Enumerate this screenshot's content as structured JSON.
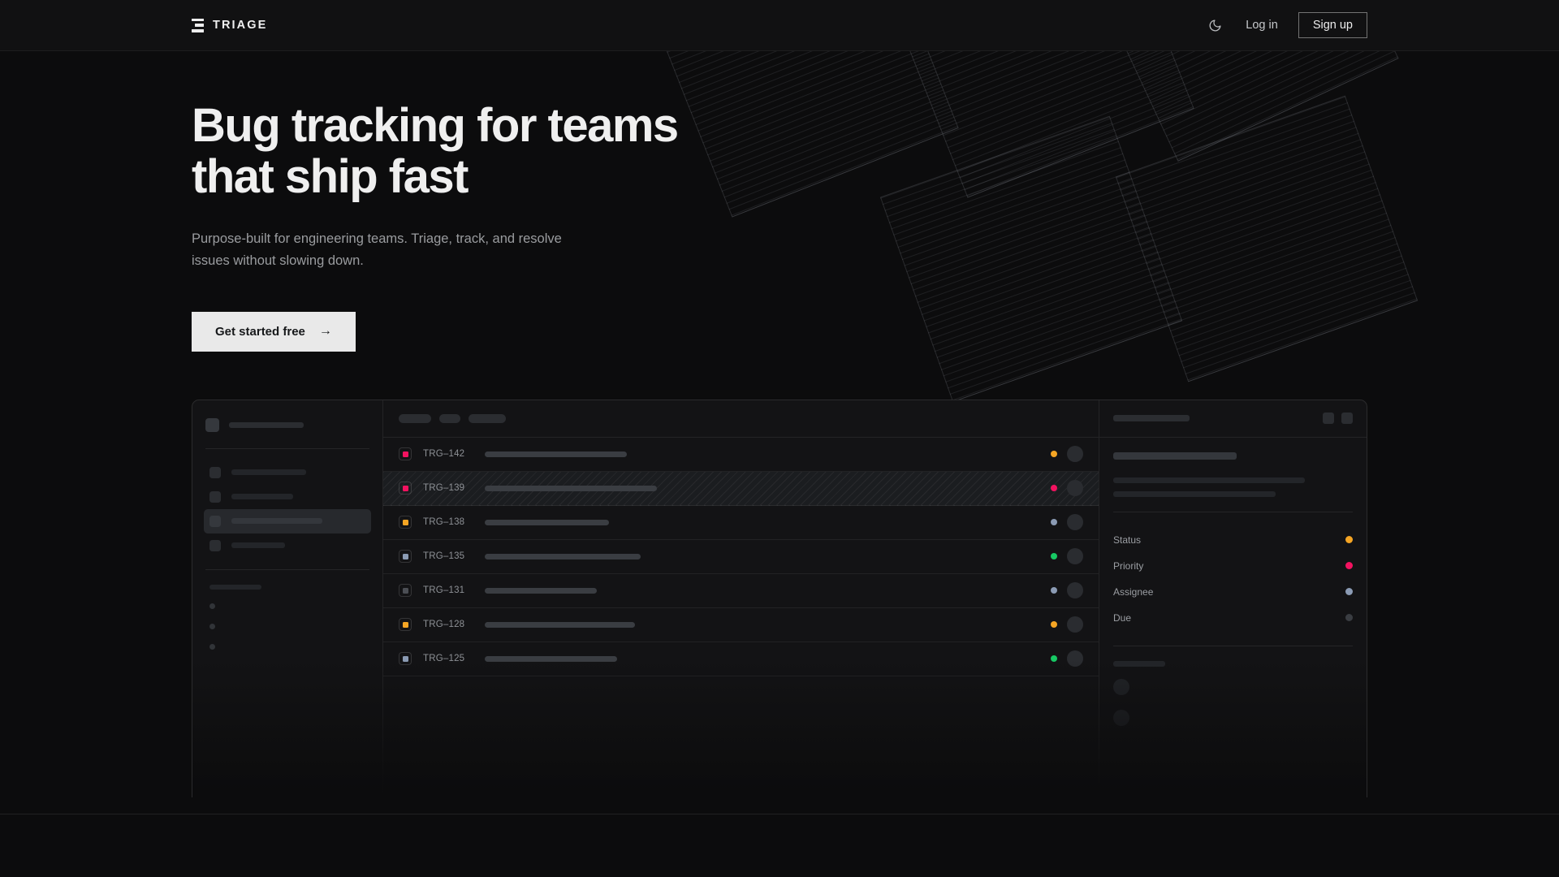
{
  "header": {
    "brand": "TRIAGE",
    "brand_icon": "stacked-bars-logo-icon",
    "theme_toggle_icon": "moon-icon",
    "login_label": "Log in",
    "signup_label": "Sign up"
  },
  "hero": {
    "title_line1": "Bug tracking for teams",
    "title_line2": "that ship fast",
    "subtitle_line1": "Purpose-built for engineering teams. Triage, track, and",
    "subtitle_line2": "resolve issues without slowing down.",
    "cta_label": "Get started free",
    "cta_arrow": "→"
  },
  "colors": {
    "page_bg": "#0c0c0d",
    "header_bg": "#111112",
    "panel_bg": "#131315",
    "text_primary": "#efefef",
    "text_muted": "#9a9c9f",
    "cta_bg": "#e9e9e9",
    "amber": "#f5a524",
    "pink": "#f31260",
    "green": "#17c964",
    "slate": "#8b9bb4",
    "gray": "#4b4e54"
  },
  "mockup": {
    "sidebar": {
      "workspace_width": 92,
      "nav_items": [
        {
          "width": 92,
          "active": false
        },
        {
          "width": 76,
          "active": false
        },
        {
          "width": 112,
          "active": true
        },
        {
          "width": 66,
          "active": false
        }
      ],
      "section_label_width": 64,
      "sub_items": 3
    },
    "list": {
      "toolbar_chips": [
        40,
        26,
        46
      ],
      "rows": [
        {
          "id": "TRG–142",
          "priority": "#f31260",
          "bar": 175,
          "status": "#f5a524",
          "selected": false
        },
        {
          "id": "TRG–139",
          "priority": "#f31260",
          "bar": 212,
          "status": "#f31260",
          "selected": true
        },
        {
          "id": "TRG–138",
          "priority": "#f5a524",
          "bar": 153,
          "status": "#8b9bb4",
          "selected": false
        },
        {
          "id": "TRG–135",
          "priority": "#8b9bb4",
          "bar": 192,
          "status": "#17c964",
          "selected": false
        },
        {
          "id": "TRG–131",
          "priority": "#4b4e54",
          "bar": 138,
          "status": "#8b9bb4",
          "selected": false
        },
        {
          "id": "TRG–128",
          "priority": "#f5a524",
          "bar": 185,
          "status": "#f5a524",
          "selected": false
        },
        {
          "id": "TRG–125",
          "priority": "#8b9bb4",
          "bar": 163,
          "status": "#17c964",
          "selected": false
        }
      ]
    },
    "detail": {
      "header_bar_width": 94,
      "header_buttons": 2,
      "title_bar_width": 152,
      "desc_bars": [
        236,
        200
      ],
      "meta": [
        {
          "label": "Status",
          "color": "#f5a524"
        },
        {
          "label": "Priority",
          "color": "#f31260"
        },
        {
          "label": "Assignee",
          "color": "#8b9bb4"
        },
        {
          "label": "Due",
          "color": "#3a3d42"
        }
      ],
      "comments_label_width": 64,
      "comments": 2
    }
  }
}
